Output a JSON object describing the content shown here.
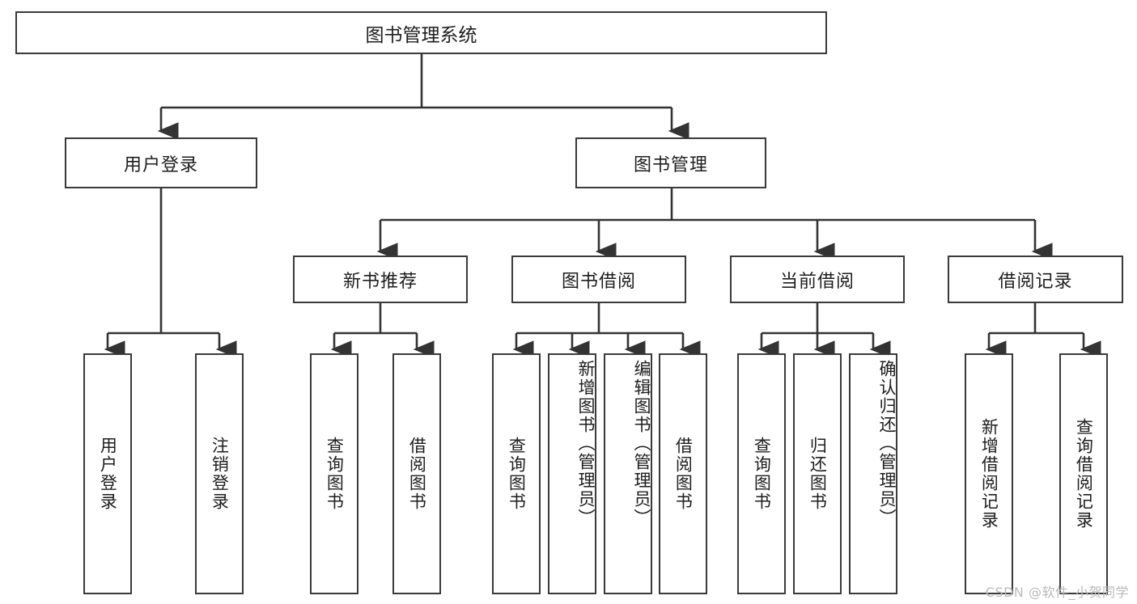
{
  "diagram": {
    "title": "图书管理系统",
    "type": "hierarchy-tree",
    "levels": {
      "root": {
        "label": "图书管理系统"
      },
      "level2": [
        {
          "id": "user-login",
          "label": "用户登录"
        },
        {
          "id": "book-management",
          "label": "图书管理"
        }
      ],
      "level3": [
        {
          "id": "new-book-recommend",
          "label": "新书推荐",
          "parent": "book-management"
        },
        {
          "id": "book-borrow",
          "label": "图书借阅",
          "parent": "book-management"
        },
        {
          "id": "current-borrow",
          "label": "当前借阅",
          "parent": "book-management"
        },
        {
          "id": "borrow-record",
          "label": "借阅记录",
          "parent": "book-management"
        }
      ],
      "leaves": [
        {
          "id": "leaf-user-login",
          "label": "用户登录",
          "parent": "user-login"
        },
        {
          "id": "leaf-logout",
          "label": "注销登录",
          "parent": "user-login"
        },
        {
          "id": "leaf-query-book-1",
          "label": "查询图书",
          "parent": "new-book-recommend"
        },
        {
          "id": "leaf-borrow-book-1",
          "label": "借阅图书",
          "parent": "new-book-recommend"
        },
        {
          "id": "leaf-query-book-2",
          "label": "查询图书",
          "parent": "book-borrow"
        },
        {
          "id": "leaf-add-book",
          "label": "新增图书（管理员）",
          "parent": "book-borrow"
        },
        {
          "id": "leaf-edit-book",
          "label": "编辑图书（管理员）",
          "parent": "book-borrow"
        },
        {
          "id": "leaf-borrow-book-2",
          "label": "借阅图书",
          "parent": "book-borrow"
        },
        {
          "id": "leaf-query-book-3",
          "label": "查询图书",
          "parent": "current-borrow"
        },
        {
          "id": "leaf-return-book",
          "label": "归还图书",
          "parent": "current-borrow"
        },
        {
          "id": "leaf-confirm-return",
          "label": "确认归还（管理员）",
          "parent": "current-borrow"
        },
        {
          "id": "leaf-add-record",
          "label": "新增借阅记录",
          "parent": "borrow-record"
        },
        {
          "id": "leaf-query-record",
          "label": "查询借阅记录",
          "parent": "borrow-record"
        }
      ]
    },
    "colors": {
      "box_border": "#3a3a3a",
      "connector": "#333333",
      "background": "#ffffff",
      "text": "#1d1d1d",
      "watermark": "#b9b9b9"
    },
    "watermark": "CSDN @软件_小贺同学"
  }
}
